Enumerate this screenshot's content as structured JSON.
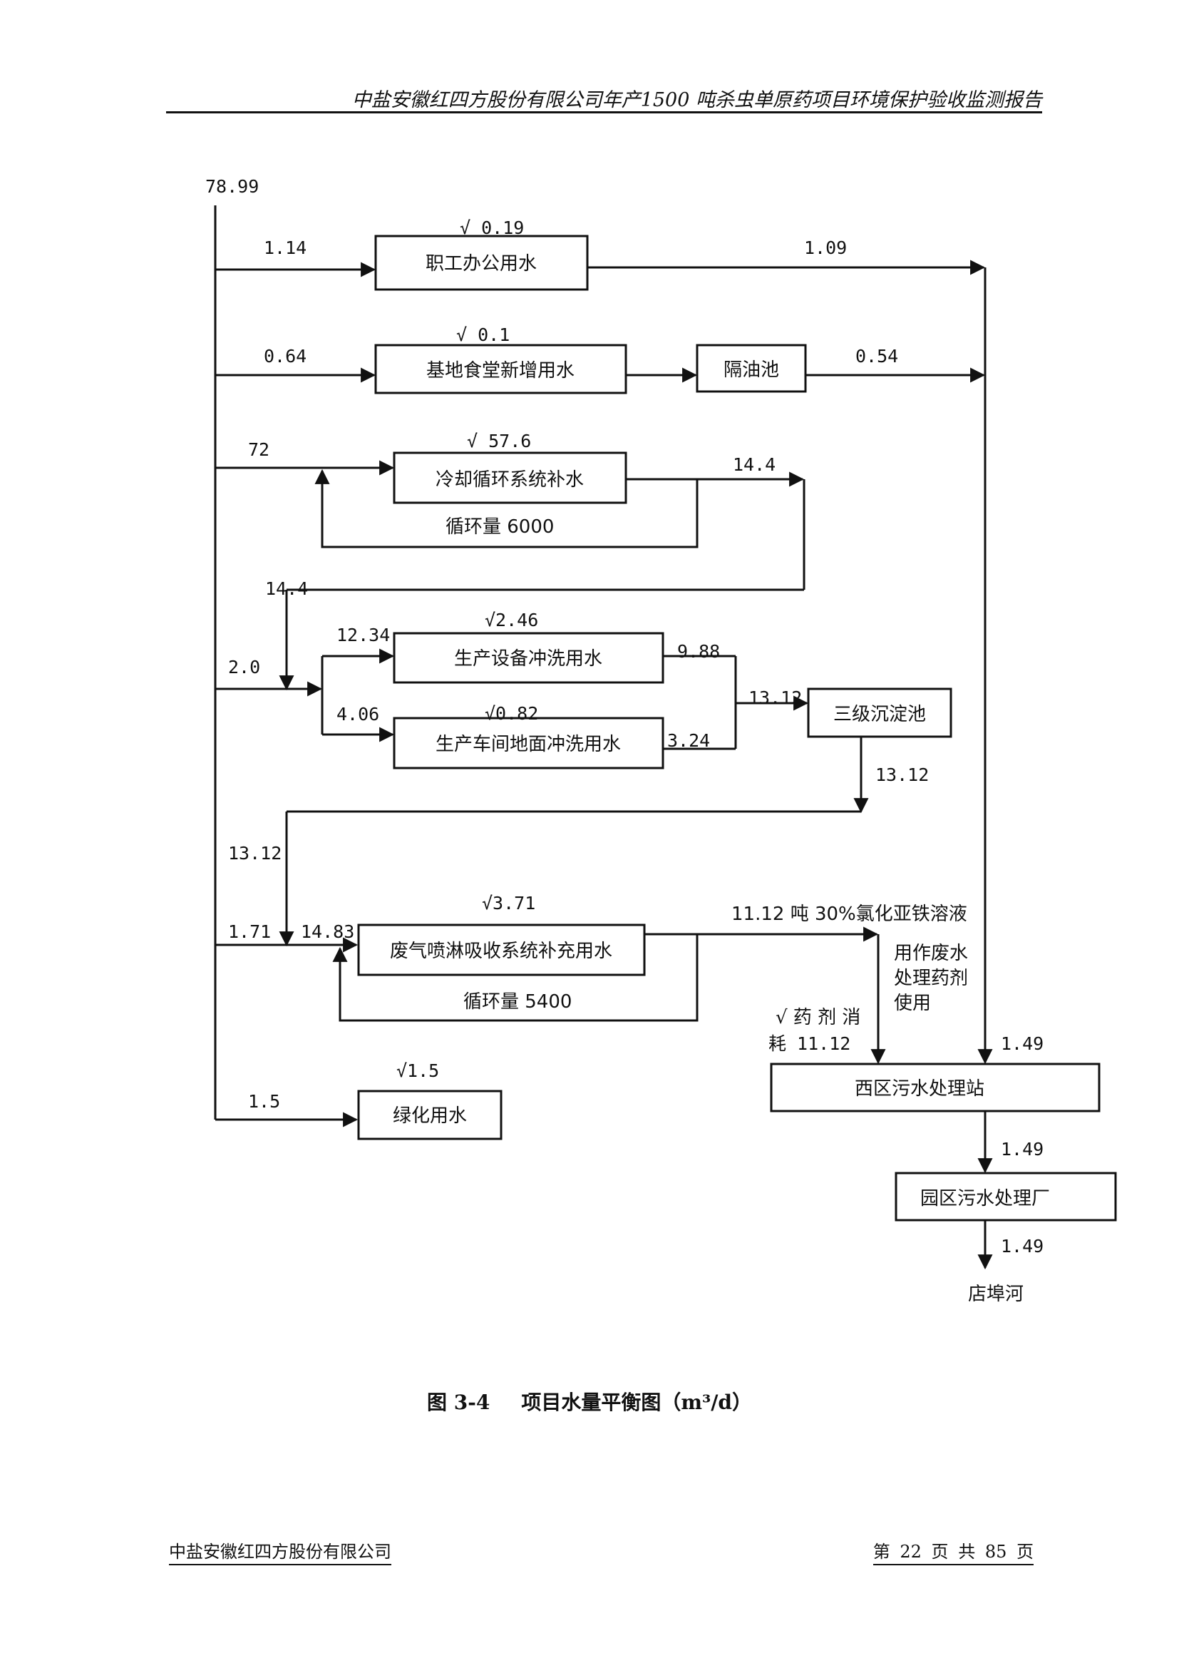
{
  "header": {
    "title": "中盐安徽红四方股份有限公司年产1500 吨杀虫单原药项目环境保护验收监测报告"
  },
  "diagram": {
    "boxes": {
      "staff_office": "职工办公用水",
      "canteen": "基地食堂新增用水",
      "oil_trap": "隔油池",
      "cooling": "冷却循环系统补水",
      "equip_wash": "生产设备冲洗用水",
      "floor_wash": "生产车间地面冲洗用水",
      "sediment": "三级沉淀池",
      "scrubber": "废气喷淋吸收系统补充用水",
      "greening": "绿化用水",
      "west_station": "西区污水处理站",
      "park_plant": "园区污水处理厂",
      "river": "店埠河"
    },
    "labels": {
      "total": "78.99",
      "staff_in": "1.14",
      "staff_loss": "√ 0.19",
      "staff_out": "1.09",
      "canteen_in": "0.64",
      "canteen_loss": "√ 0.1",
      "canteen_out": "0.54",
      "cooling_in": "72",
      "cooling_loss": "√ 57.6",
      "cooling_out": "14.4",
      "cooling_cycle": "循环量 6000",
      "reuse_14": "14.4",
      "fresh_2": "2.0",
      "equip_in": "12.34",
      "equip_loss": "√2.46",
      "equip_out": "9.88",
      "floor_in": "4.06",
      "floor_loss": "√0.82",
      "floor_out": "3.24",
      "sediment_in": "13.12",
      "sediment_out": "13.12",
      "reuse_13": "13.12",
      "fresh_171": "1.71",
      "scrubber_in": "14.83",
      "scrubber_loss": "√3.71",
      "scrubber_out": "11.12 吨 30%氯化亚铁溶液",
      "scrubber_cycle": "循环量 5400",
      "reagent_use_1": "用作废水",
      "reagent_use_2": "处理药剂",
      "reagent_use_3": "使用",
      "reagent_loss_1": "√ 药 剂 消",
      "reagent_loss_2": "耗 11.12",
      "station_in": "1.49",
      "station_out": "1.49",
      "plant_out": "1.49",
      "green_loss": "√1.5",
      "green_in": "1.5"
    }
  },
  "caption": {
    "prefix": "图 3-4",
    "title": "项目水量平衡图（m³/d）"
  },
  "footer": {
    "company": "中盐安徽红四方股份有限公司",
    "page": "第 22 页 共 85 页"
  }
}
